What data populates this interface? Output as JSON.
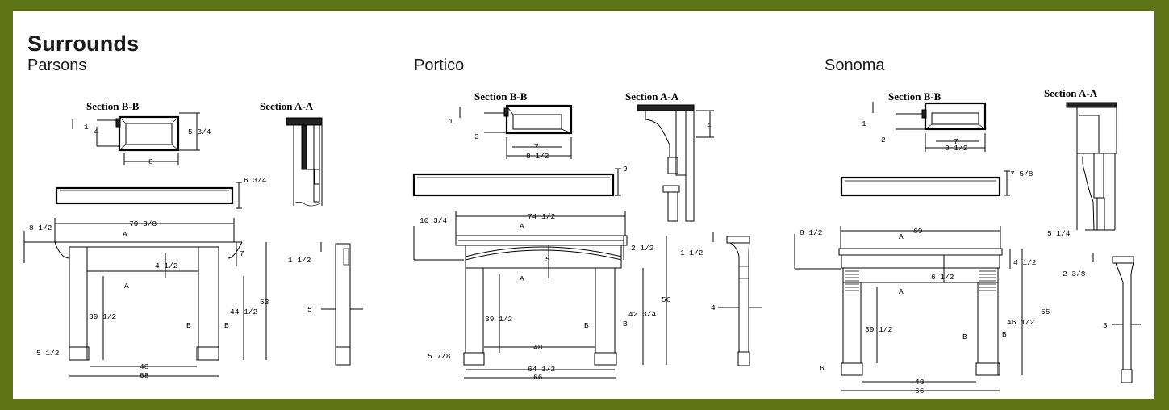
{
  "title": "Surrounds",
  "models": [
    {
      "name": "Parsons",
      "section_bb": "Section B-B",
      "section_aa": "Section A-A",
      "section_mark_a": "A",
      "section_mark_b": "B",
      "dims": {
        "sec_b_1": "1",
        "sec_b_4": "4",
        "sec_b_8": "8",
        "sec_b_5_3_4": "5 3/4",
        "shelf_height": "6 3/4",
        "overhang": "8 1/2",
        "overall_width": "79 3/8",
        "shelf_drop": "7",
        "header_height": "4 1/2",
        "opening_height": "39 1/2",
        "leg_height": "44 1/2",
        "overall_height": "53",
        "plinth_height": "5 1/2",
        "opening_width": "48",
        "base_width": "68",
        "side_top": "1 1/2",
        "side_depth": "5"
      }
    },
    {
      "name": "Portico",
      "section_bb": "Section B-B",
      "section_aa": "Section A-A",
      "section_mark_a": "A",
      "section_mark_b": "B",
      "dims": {
        "sec_b_1": "1",
        "sec_b_3": "3",
        "sec_b_7": "7",
        "sec_b_8_1_2": "8 1/2",
        "sec_a_4": "4",
        "shelf_height": "9",
        "overhang": "10 3/4",
        "overall_width": "74 1/2",
        "shelf_drop": "2 1/2",
        "header_height": "5",
        "opening_height": "39 1/2",
        "leg_height": "42 3/4",
        "overall_height": "56",
        "plinth_height": "5 7/8",
        "opening_width": "48",
        "mid_width": "64 1/2",
        "base_width": "66",
        "side_top": "1 1/2",
        "side_depth": "4"
      }
    },
    {
      "name": "Sonoma",
      "section_bb": "Section B-B",
      "section_aa": "Section A-A",
      "section_mark_a": "A",
      "section_mark_b": "B",
      "dims": {
        "sec_b_1": "1",
        "sec_b_2": "2",
        "sec_b_7": "7",
        "sec_b_8_1_2": "8 1/2",
        "shelf_height": "7 5/8",
        "sec_a_5_1_4": "5 1/4",
        "overhang": "8 1/2",
        "overall_width": "69",
        "shelf_drop": "4 1/2",
        "header_height": "6 1/2",
        "opening_height": "39 1/2",
        "leg_height": "46 1/2",
        "overall_height": "55",
        "plinth_height": "6",
        "opening_width": "48",
        "base_width": "66",
        "side_top": "2 3/8",
        "side_depth": "3"
      }
    }
  ]
}
